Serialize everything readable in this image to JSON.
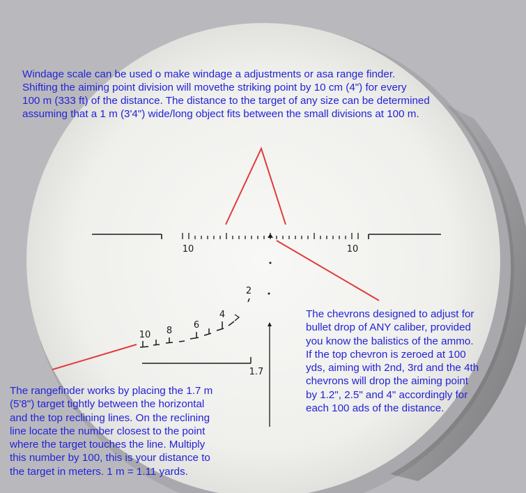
{
  "notes": {
    "windage": [
      "Windage scale can be used o make windage a adjustments or asa range finder.",
      "Shifting the aiming point division will movethe striking point by 10 cm (4\") for every",
      "100 m (333 ft) of the distance. The distance to the target of any size can be determined",
      "assuming that a 1 m (3'4\") wide/long object fits between the small divisions at 100 m."
    ],
    "chevrons": [
      "The chevrons designed to adjust for",
      "bullet drop of ANY caliber, provided",
      "you know the balistics of the ammo.",
      "If the top chevron is zeroed at 100",
      "yds, aiming with 2nd, 3rd and the 4th",
      "chevrons will drop the aiming point",
      "by 1.2\", 2.5\" and 4\" accordingly for",
      "each 100 ads of the distance."
    ],
    "rangefinder": [
      "The rangefinder works by placing the 1.7 m",
      "(5'8\") target tightly between the horizontal",
      "and the top reclining lines. On the reclining",
      "line locate the number closest to the point",
      "where the target touches the line. Multiply",
      "this number by 100, this is your distance to",
      "the target in meters. 1 m = 1.11 yards."
    ]
  },
  "reticle": {
    "scale_left": "10",
    "scale_right": "10",
    "chevron_label": "2",
    "rangefinder_numbers": [
      "10",
      "8",
      "6",
      "4"
    ],
    "base_label": "1.7"
  },
  "colors": {
    "background": "#b9b9bd",
    "scope_field": "#f3f3f1",
    "annotation_text": "#2323d6",
    "pointer_lines": "#e23a3a",
    "reticle": "#1a1a1a"
  }
}
